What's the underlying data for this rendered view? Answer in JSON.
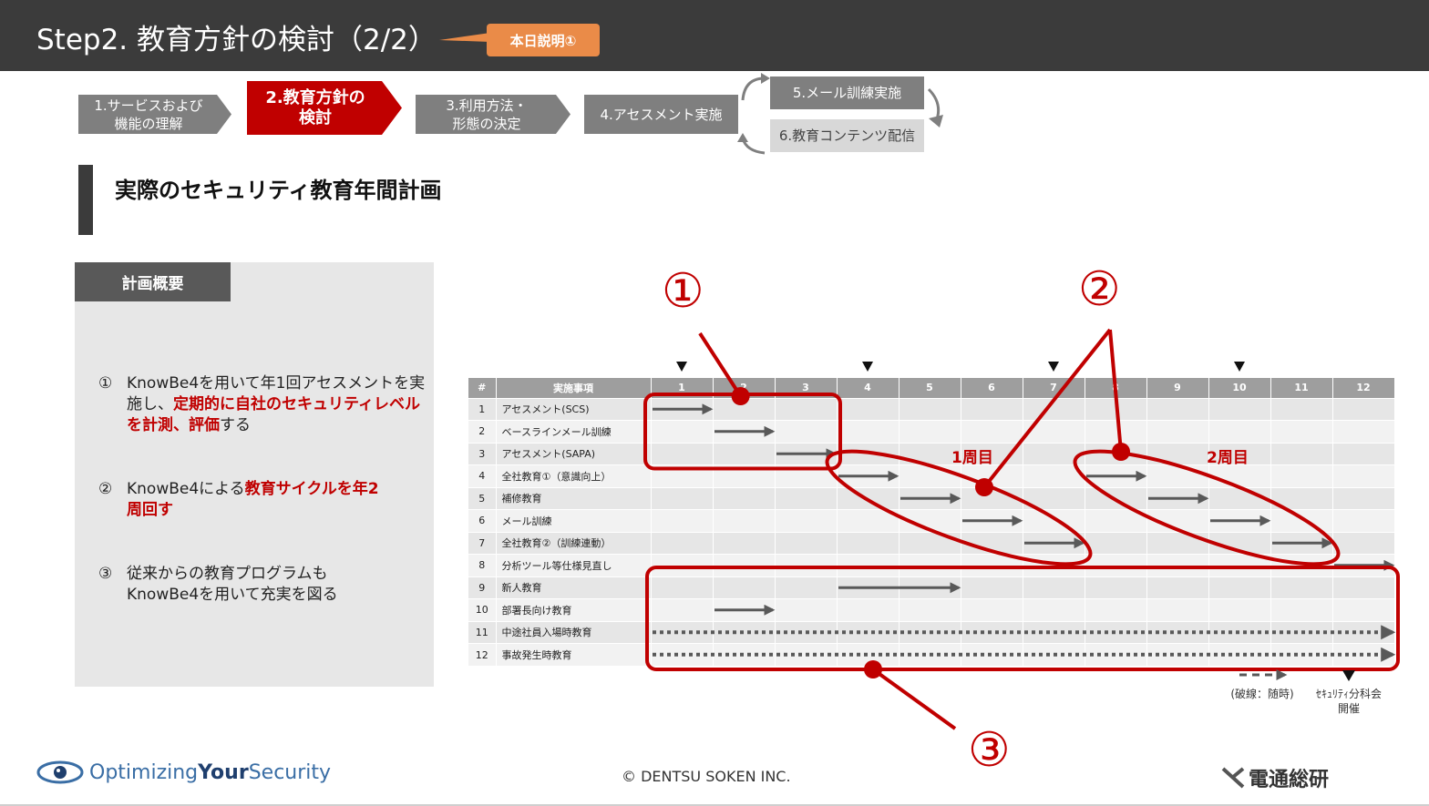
{
  "header": {
    "title": "Step2. 教育方針の検討（2/2）",
    "badge": "本日説明①"
  },
  "steps": [
    {
      "label": "1.サービスおよび\n機能の理解"
    },
    {
      "label": "2.教育方針の\n検討"
    },
    {
      "label": "3.利用方法・\n形態の決定"
    },
    {
      "label": "4.アセスメント実施"
    },
    {
      "label": "5.メール訓練実施"
    },
    {
      "label": "6.教育コンテンツ配信"
    }
  ],
  "section_title": "実際のセキュリティ教育年間計画",
  "plan": {
    "heading": "計画概要",
    "items": [
      {
        "num": "①",
        "pre": "KnowBe4を用いて年1回アセスメントを実施し、",
        "highlight": "定期的に自社のセキュリティレベルを計測、評価",
        "post": "する"
      },
      {
        "num": "②",
        "pre": "KnowBe4による",
        "highlight": "教育サイクルを年2周回す",
        "post": ""
      },
      {
        "num": "③",
        "pre": "従来からの教育プログラムもKnowBe4を用いて充実を図る",
        "highlight": "",
        "post": ""
      }
    ]
  },
  "gantt": {
    "col_no": "#",
    "col_task": "実施事項",
    "months": [
      "1",
      "2",
      "3",
      "4",
      "5",
      "6",
      "7",
      "8",
      "9",
      "10",
      "11",
      "12"
    ],
    "meeting_months": [
      1,
      4,
      7,
      10
    ],
    "rows": [
      {
        "no": "1",
        "task": "アセスメント(SCS)",
        "start": 1,
        "end": 1,
        "dashed": false
      },
      {
        "no": "2",
        "task": "ベースラインメール訓練",
        "start": 2,
        "end": 2,
        "dashed": false
      },
      {
        "no": "3",
        "task": "アセスメント(SAPA)",
        "start": 3,
        "end": 3,
        "dashed": false
      },
      {
        "no": "4",
        "task": "全社教育①（意識向上）",
        "start": 4,
        "end": 4,
        "dashed": false,
        "start2": 8,
        "end2": 8
      },
      {
        "no": "5",
        "task": "補修教育",
        "start": 5,
        "end": 5,
        "dashed": false,
        "start2": 9,
        "end2": 9
      },
      {
        "no": "6",
        "task": "メール訓練",
        "start": 6,
        "end": 6,
        "dashed": false,
        "start2": 10,
        "end2": 10
      },
      {
        "no": "7",
        "task": "全社教育②（訓練連動）",
        "start": 7,
        "end": 7,
        "dashed": false,
        "start2": 11,
        "end2": 11
      },
      {
        "no": "8",
        "task": "分析ツール等仕様見直し",
        "start": 12,
        "end": 12,
        "dashed": false
      },
      {
        "no": "9",
        "task": "新人教育",
        "start": 4,
        "end": 5,
        "dashed": false
      },
      {
        "no": "10",
        "task": "部署長向け教育",
        "start": 2,
        "end": 2,
        "dashed": false
      },
      {
        "no": "11",
        "task": "中途社員入場時教育",
        "start": 1,
        "end": 12,
        "dashed": true
      },
      {
        "no": "12",
        "task": "事故発生時教育",
        "start": 1,
        "end": 12,
        "dashed": true
      }
    ],
    "round1": "1周目",
    "round2": "2周目"
  },
  "annotations": {
    "n1": "①",
    "n2": "②",
    "n3": "③"
  },
  "legend": {
    "dashed": "(破線：随時)",
    "meeting": "ｾｷｭﾘﾃｨ分科会\n開催"
  },
  "footer": {
    "copyright": "© DENTSU SOKEN INC.",
    "logo_left_a": "Optimizing",
    "logo_left_b": "Your",
    "logo_left_c": "Security",
    "logo_right": "電通総研"
  },
  "colors": {
    "header": "#3b3b3b",
    "accent_red": "#c00000",
    "badge_orange": "#ea8b48",
    "step_grey": "#7f7f7f"
  }
}
